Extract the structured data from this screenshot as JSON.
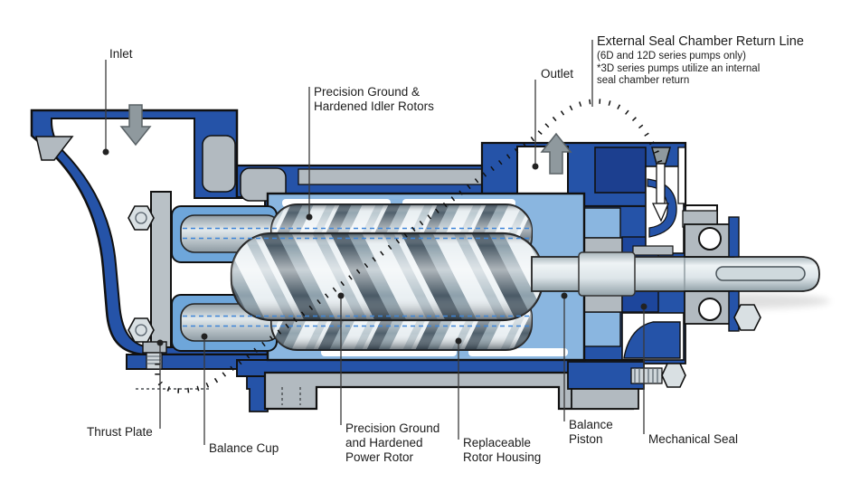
{
  "diagram": {
    "type": "pump-cutaway",
    "labels": {
      "inlet": "Inlet",
      "outlet": "Outlet",
      "idler_rotors": "Precision Ground &\nHardened Idler Rotors",
      "external_return_title": "External Seal Chamber Return Line",
      "external_return_note": "(6D and 12D series pumps only)\n*3D series pumps utilize an internal\n  seal chamber return",
      "thrust_plate": "Thrust Plate",
      "balance_cup": "Balance Cup",
      "power_rotor": "Precision Ground\nand Hardened\nPower Rotor",
      "rotor_housing": "Replaceable\nRotor Housing",
      "balance_piston": "Balance\nPiston",
      "mechanical_seal": "Mechanical Seal"
    },
    "icons": {
      "inlet_flow": "down-arrow",
      "outlet_flow": "up-arrow",
      "return_line": "dotted-curve"
    },
    "colors": {
      "casing_blue": "#2553a8",
      "dark_blue": "#1c3f8f",
      "liner_light_blue": "#8ab6e0",
      "steel_gray": "#b2bac0",
      "metal_light": "#e9eff2",
      "outline": "#111111",
      "centerline_blue": "#3f86d8",
      "arrow_gray": "#8f999e"
    }
  }
}
